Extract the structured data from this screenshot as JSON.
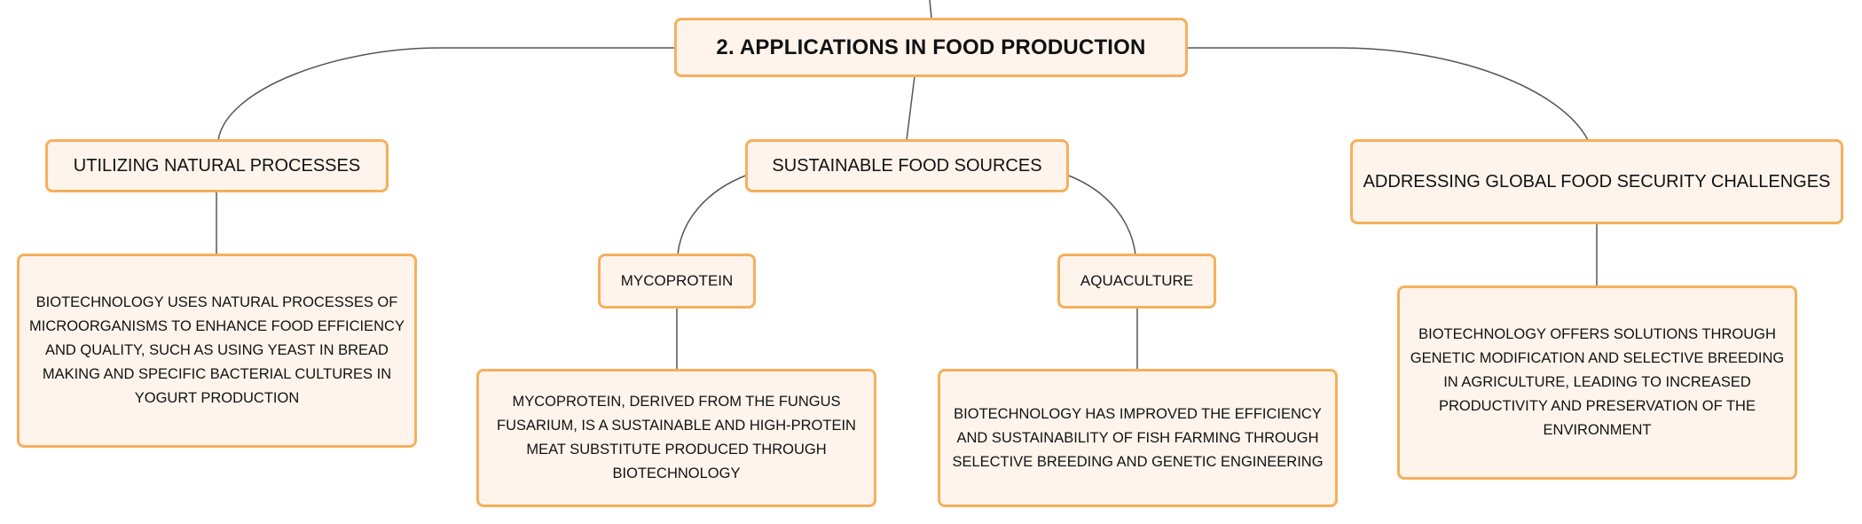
{
  "diagram": {
    "root": {
      "label": "2. APPLICATIONS IN FOOD PRODUCTION"
    },
    "branches": [
      {
        "label": "UTILIZING NATURAL PROCESSES",
        "description": "BIOTECHNOLOGY USES NATURAL PROCESSES OF MICROORGANISMS TO ENHANCE FOOD EFFICIENCY AND QUALITY, SUCH AS USING YEAST IN BREAD MAKING AND SPECIFIC BACTERIAL CULTURES IN YOGURT PRODUCTION"
      },
      {
        "label": "SUSTAINABLE FOOD SOURCES",
        "children": [
          {
            "label": "MYCOPROTEIN",
            "description": "MYCOPROTEIN, DERIVED FROM THE FUNGUS FUSARIUM, IS A SUSTAINABLE AND HIGH-PROTEIN MEAT SUBSTITUTE PRODUCED THROUGH BIOTECHNOLOGY"
          },
          {
            "label": "AQUACULTURE",
            "description": "BIOTECHNOLOGY HAS IMPROVED THE EFFICIENCY AND SUSTAINABILITY OF FISH FARMING THROUGH SELECTIVE BREEDING AND GENETIC ENGINEERING"
          }
        ]
      },
      {
        "label": "ADDRESSING GLOBAL FOOD SECURITY CHALLENGES",
        "description": "BIOTECHNOLOGY OFFERS SOLUTIONS THROUGH GENETIC MODIFICATION AND SELECTIVE BREEDING IN AGRICULTURE, LEADING TO INCREASED PRODUCTIVITY AND PRESERVATION OF THE ENVIRONMENT"
      }
    ],
    "colors": {
      "node_fill": "#fff4ec",
      "node_border": "#f5b05c",
      "connector": "#555555"
    }
  }
}
